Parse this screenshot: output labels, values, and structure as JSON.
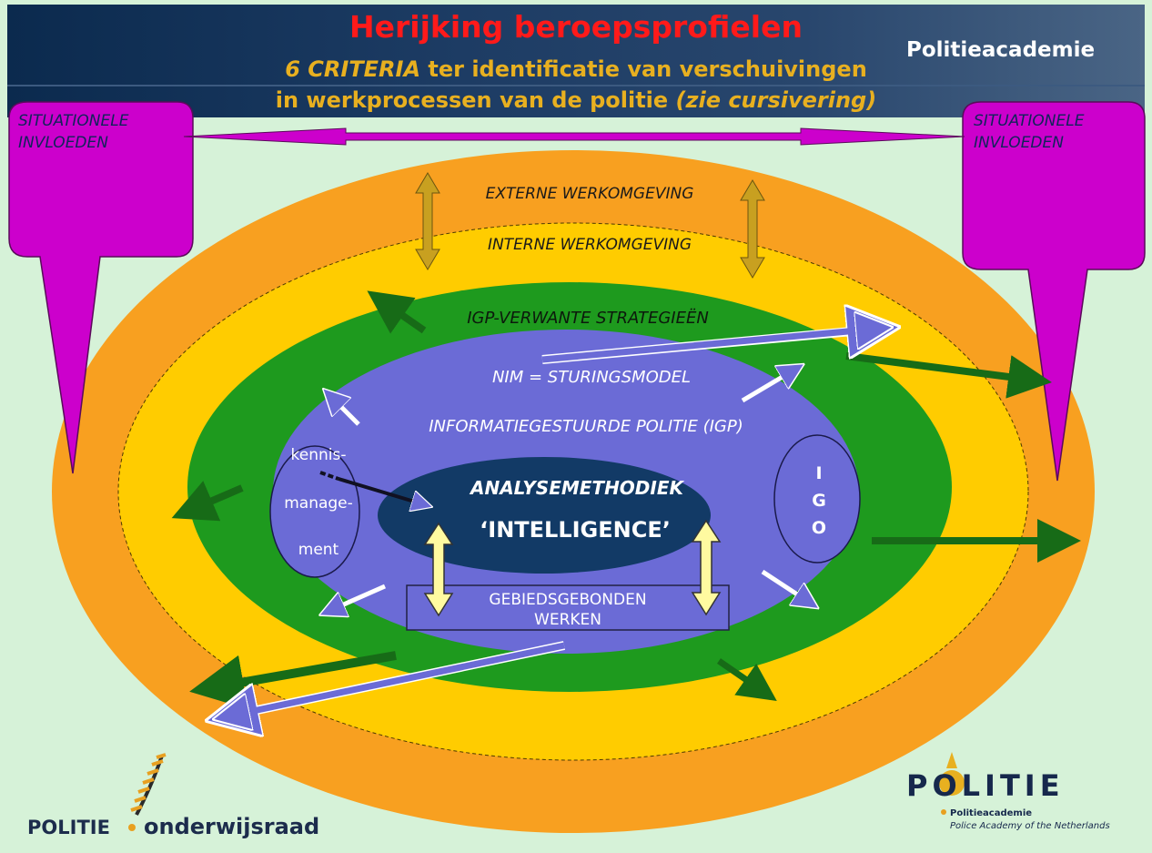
{
  "header": {
    "title": "Herijking beroepsprofielen",
    "subtitle_line1_em": "6 CRITERIA",
    "subtitle_line1_rest": " ter identificatie van verschuivingen",
    "subtitle_line2_main": "in werkprocessen van de politie ",
    "subtitle_line2_em": "(zie cursivering)",
    "brand": "Politieacademie"
  },
  "bubbles": {
    "left_label_1": "SITUATIONELE",
    "left_label_2": "INVLOEDEN",
    "right_label_1": "SITUATIONELE",
    "right_label_2": "INVLOEDEN"
  },
  "rings": {
    "externe": "EXTERNE WERKOMGEVING",
    "interne": "INTERNE WERKOMGEVING",
    "igp_strategieen": "IGP-VERWANTE  STRATEGIEËN",
    "nim": "NIM = STURINGSMODEL",
    "igp": "INFORMATIEGESTUURDE POLITIE (IGP)",
    "analysemethodiek": "ANALYSEMETHODIEK",
    "intelligence": "‘INTELLIGENCE’",
    "gebied_1": "GEBIEDSGEBONDEN",
    "gebied_2": "WERKEN",
    "kennis_1": "kennis-",
    "kennis_2": "manage-",
    "kennis_3": "ment",
    "igo_1": "I",
    "igo_2": "G",
    "igo_3": "O"
  },
  "footer": {
    "left_logo_word1": "POLITIE",
    "left_logo_word2": "onderwijsraad",
    "right_logo_word": "POLITIE",
    "right_logo_line1": "Politieacademie",
    "right_logo_line2": "Police Academy of the Netherlands"
  },
  "colors": {
    "background": "#d6f2d8",
    "outer_ring": "#f8a020",
    "middle_ring": "#ffcc00",
    "green_ring": "#1e9a1e",
    "purple_core": "#6b6bd6",
    "dark_core": "#123a66",
    "bubble": "#cc00cc",
    "arrow_green": "#176b17",
    "arrow_gold": "#c8a020"
  }
}
